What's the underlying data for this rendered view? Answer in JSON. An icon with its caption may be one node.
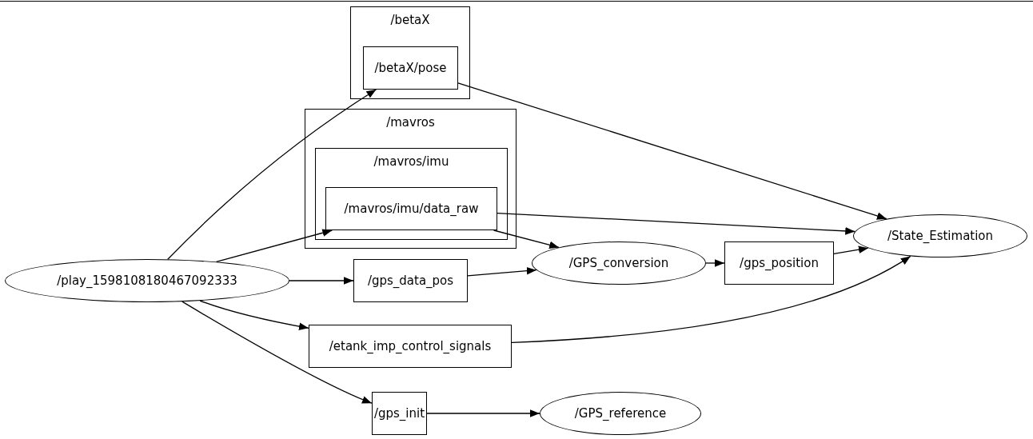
{
  "diagram": {
    "nodes": [
      {
        "text": [
          "/betaX"
        ]
      },
      {
        "text": [
          "/betaX/pose"
        ],
        "in": 0
      },
      {
        "text": [
          "/mavros"
        ]
      },
      {
        "text": [
          "/mavros/imu"
        ],
        "in": 2
      },
      {
        "text": [
          "/mavros/imu/data_raw"
        ],
        "in": 3
      },
      {
        "text": [
          "/play_1598108180467092333"
        ]
      },
      {
        "text": [
          "/gps_data_pos"
        ]
      },
      {
        "text": [
          "/GPS_conversion"
        ]
      },
      {
        "text": [
          "/gps_position"
        ]
      },
      {
        "text": [
          "/State_Estimation"
        ]
      },
      {
        "text": [
          "/etank_imp_control_signals"
        ]
      },
      {
        "text": [
          "/gps_init"
        ]
      },
      {
        "text": [
          "/GPS_reference"
        ]
      }
    ],
    "edges": [
      {
        "from": 5,
        "to": 1,
        "arrow": "to"
      },
      {
        "from": 5,
        "to": 4,
        "arrow": "to"
      },
      {
        "from": 5,
        "to": 6,
        "arrow": "to"
      },
      {
        "from": 5,
        "to": 10,
        "arrow": "to"
      },
      {
        "from": 5,
        "to": 11,
        "arrow": "to"
      },
      {
        "from": 1,
        "to": 9,
        "arrow": "to"
      },
      {
        "from": 4,
        "to": 9,
        "arrow": "to"
      },
      {
        "from": 4,
        "to": 7,
        "arrow": "to"
      },
      {
        "from": 6,
        "to": 7,
        "arrow": "to"
      },
      {
        "from": 7,
        "to": 8,
        "arrow": "to"
      },
      {
        "from": 8,
        "to": 9,
        "arrow": "to"
      },
      {
        "from": 10,
        "to": 9,
        "arrow": "to"
      },
      {
        "from": 11,
        "to": 12,
        "arrow": "to"
      }
    ]
  }
}
